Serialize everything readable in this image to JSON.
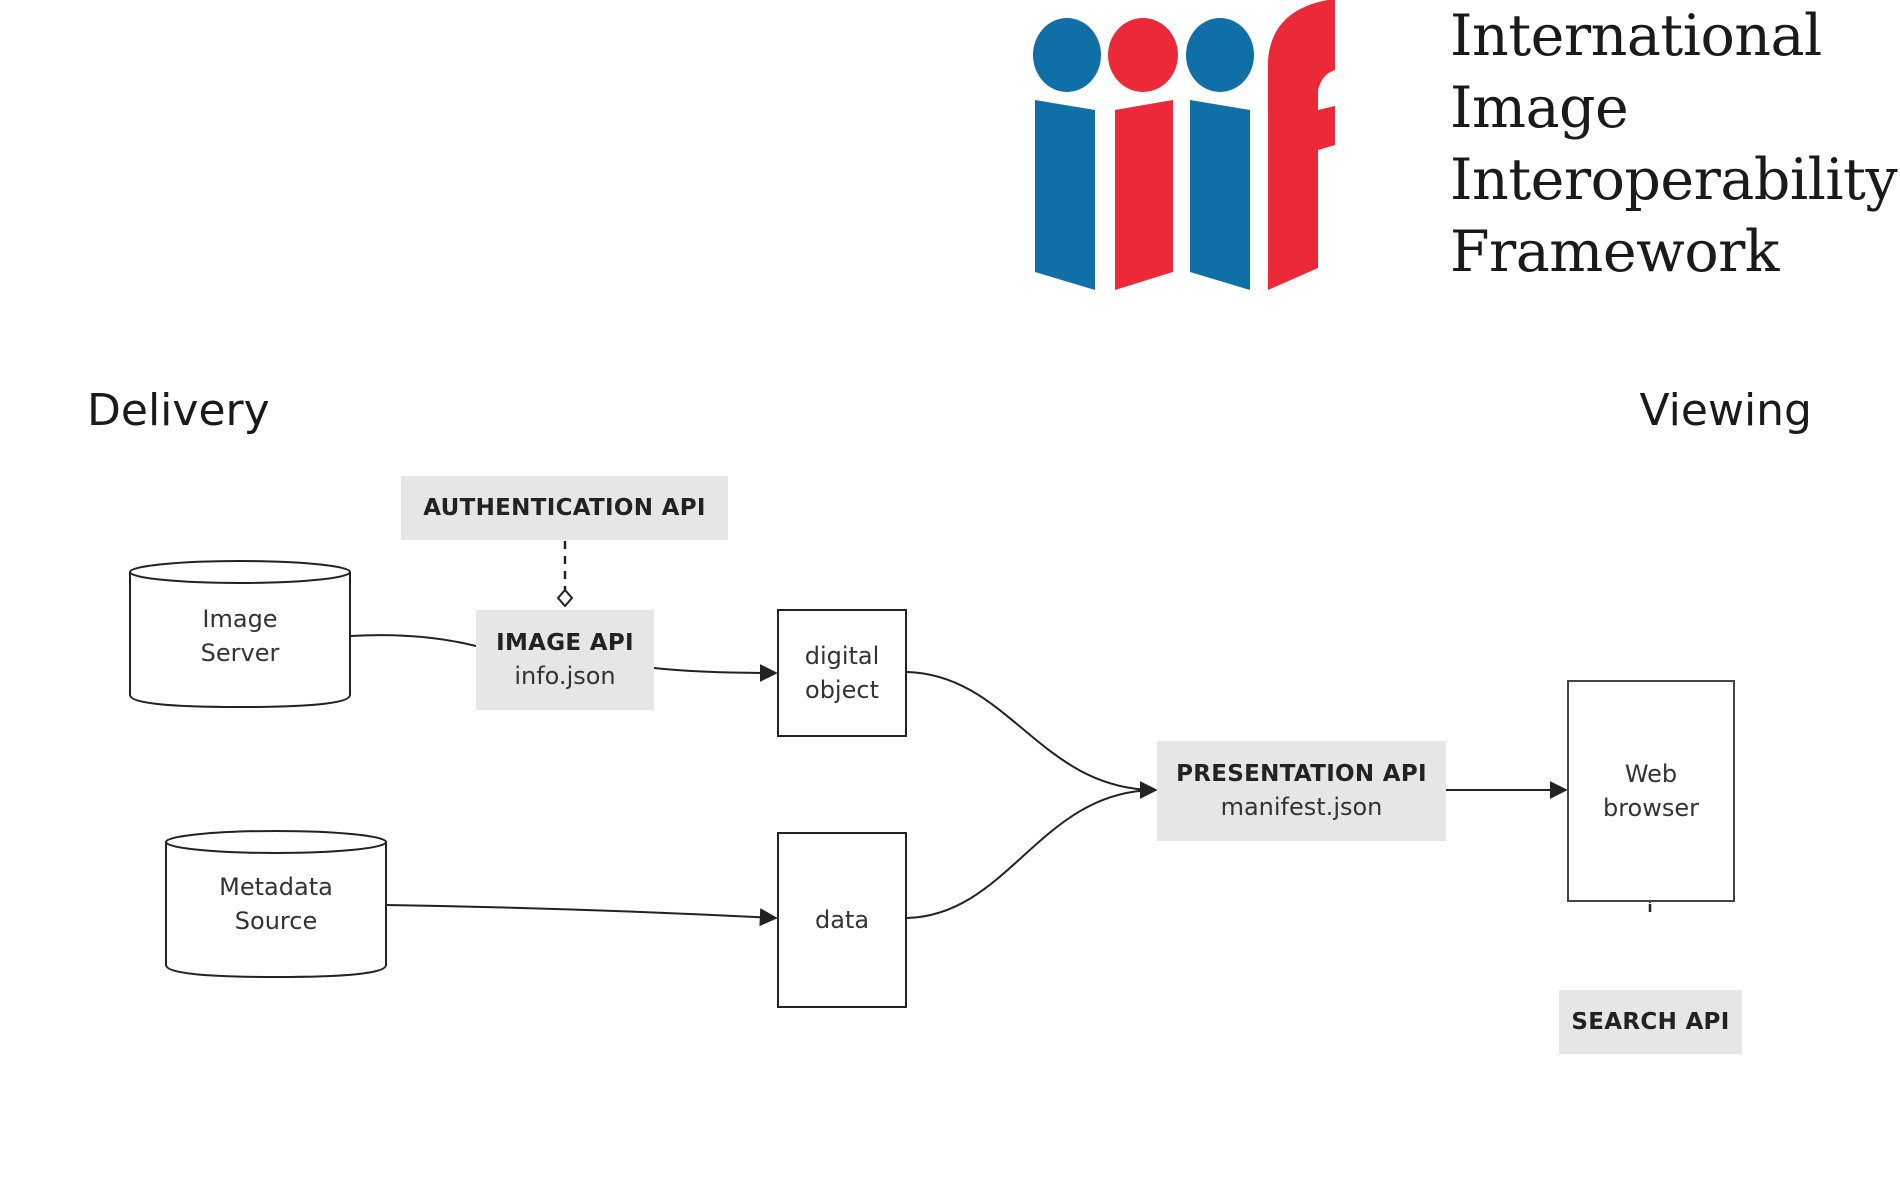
{
  "logo": {
    "mark": "iiif",
    "name_lines": [
      "International",
      "Image",
      "Interoperability",
      "Framework"
    ],
    "colors": {
      "blue": "#0f6fa6",
      "red": "#ec2939"
    }
  },
  "sections": {
    "left": "Delivery",
    "right": "Viewing"
  },
  "nodes": {
    "auth_api": {
      "title": "AUTHENTICATION API"
    },
    "image_server": {
      "line1": "Image",
      "line2": "Server"
    },
    "image_api": {
      "title": "IMAGE API",
      "sub": "info.json"
    },
    "digital_object": {
      "line1": "digital",
      "line2": "object"
    },
    "metadata_source": {
      "line1": "Metadata",
      "line2": "Source"
    },
    "data": {
      "label": "data"
    },
    "presentation_api": {
      "title": "PRESENTATION API",
      "sub": "manifest.json"
    },
    "web_browser": {
      "line1": "Web",
      "line2": "browser"
    },
    "search_api": {
      "title": "SEARCH API"
    }
  },
  "colors": {
    "box_fill": "#e6e6e6",
    "line": "#222222"
  }
}
